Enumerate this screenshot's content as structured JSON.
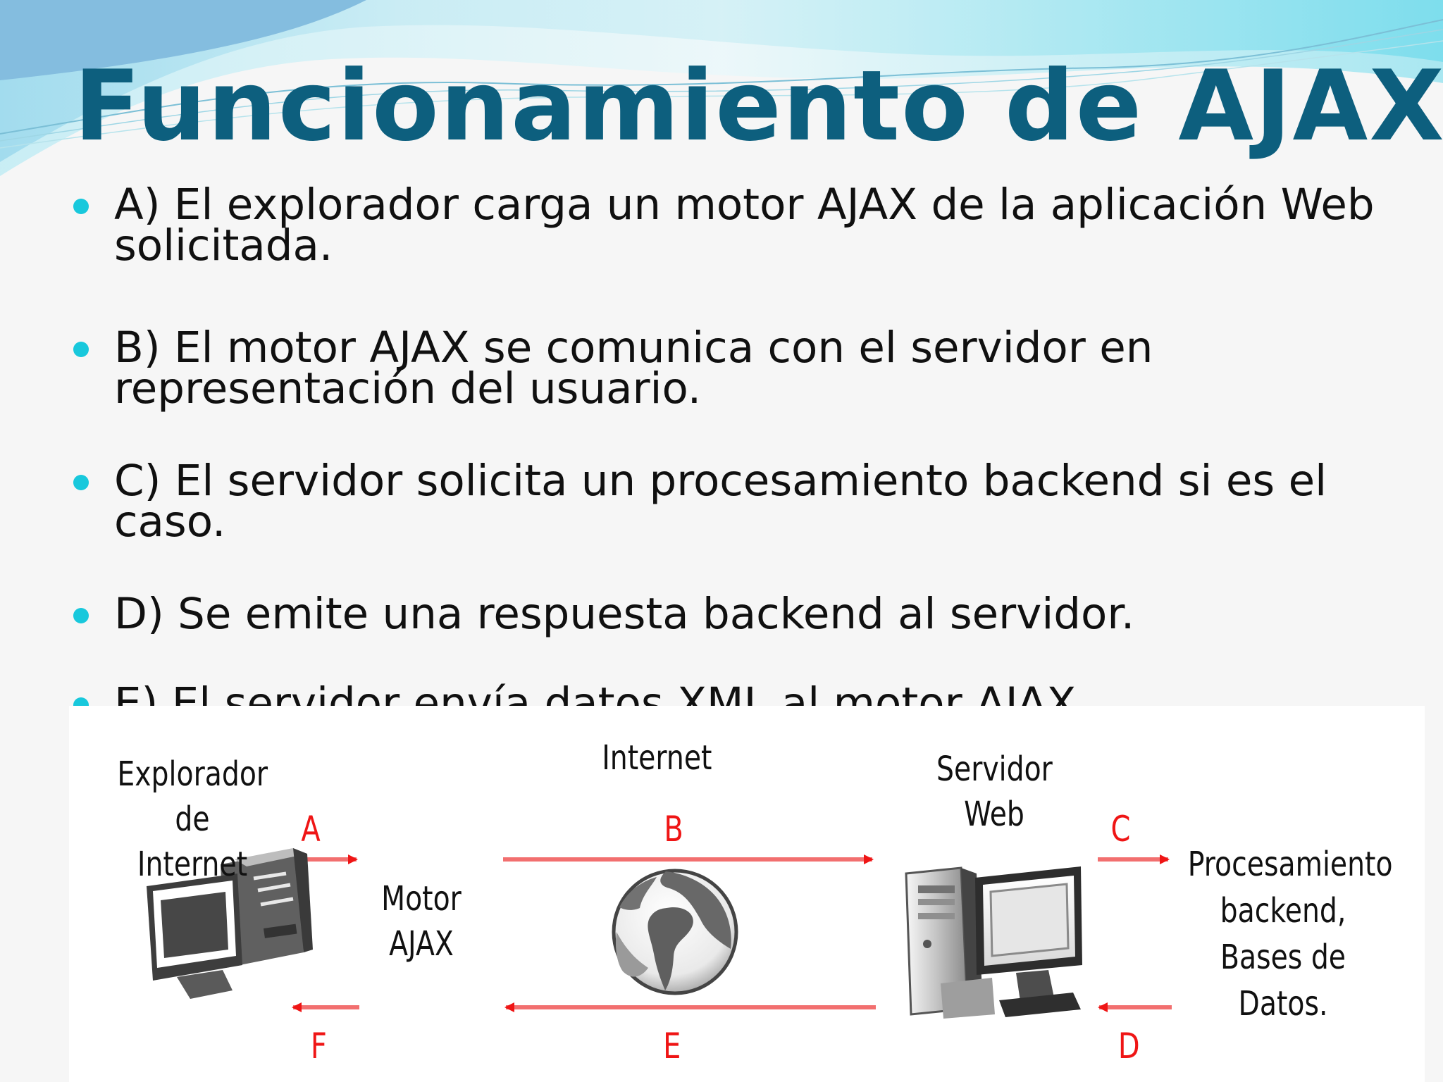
{
  "slide": {
    "title": "Funcionamiento de AJAX",
    "bullets": [
      {
        "text": "A) El explorador carga un motor AJAX de la aplicación Web solicitada."
      },
      {
        "text": "B) El motor AJAX se comunica con el servidor en representación del usuario."
      },
      {
        "text": "C) El servidor solicita un procesamiento backend si es el caso."
      },
      {
        "text": "D) Se emite una respuesta backend al servidor."
      },
      {
        "text": "E) El servidor envía datos XML al motor AJAX."
      }
    ]
  },
  "diagram": {
    "labels": {
      "browser": "Explorador\nde Internet",
      "internet": "Internet",
      "server": "Servidor\nWeb",
      "engine": "Motor\nAJAX",
      "backend": "Procesamiento\nbackend,\nBases de\nDatos."
    },
    "letters": {
      "a": "A",
      "b": "B",
      "c": "C",
      "d": "D",
      "e": "E",
      "f": "F"
    }
  },
  "colors": {
    "title": "#0d5f7e",
    "bullet": "#18c8dc",
    "arrow": "#ef1515",
    "wave_light": "#c8eef3",
    "wave_mid": "#8fdceb",
    "wave_blue": "#78bde4"
  },
  "icons": [
    "computer-icon",
    "globe-icon",
    "server-computer-icon"
  ]
}
